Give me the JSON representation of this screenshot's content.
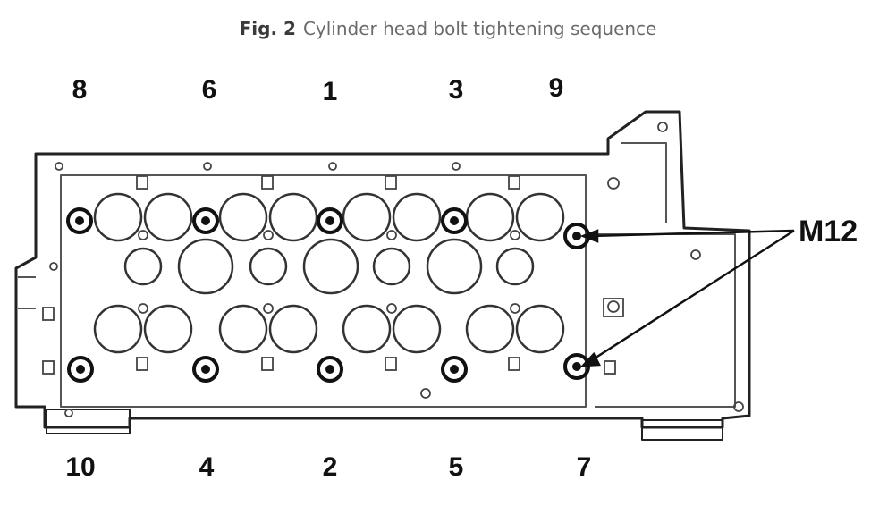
{
  "figure": {
    "label": "Fig. 2",
    "title": "Cylinder head bolt tightening sequence"
  },
  "sequence_top": [
    "8",
    "6",
    "1",
    "3",
    "9"
  ],
  "sequence_bottom": [
    "10",
    "4",
    "2",
    "5",
    "7"
  ],
  "callout": {
    "label": "M12"
  },
  "colors": {
    "ink": "#111111",
    "caption": "#555555",
    "background": "#ffffff"
  }
}
